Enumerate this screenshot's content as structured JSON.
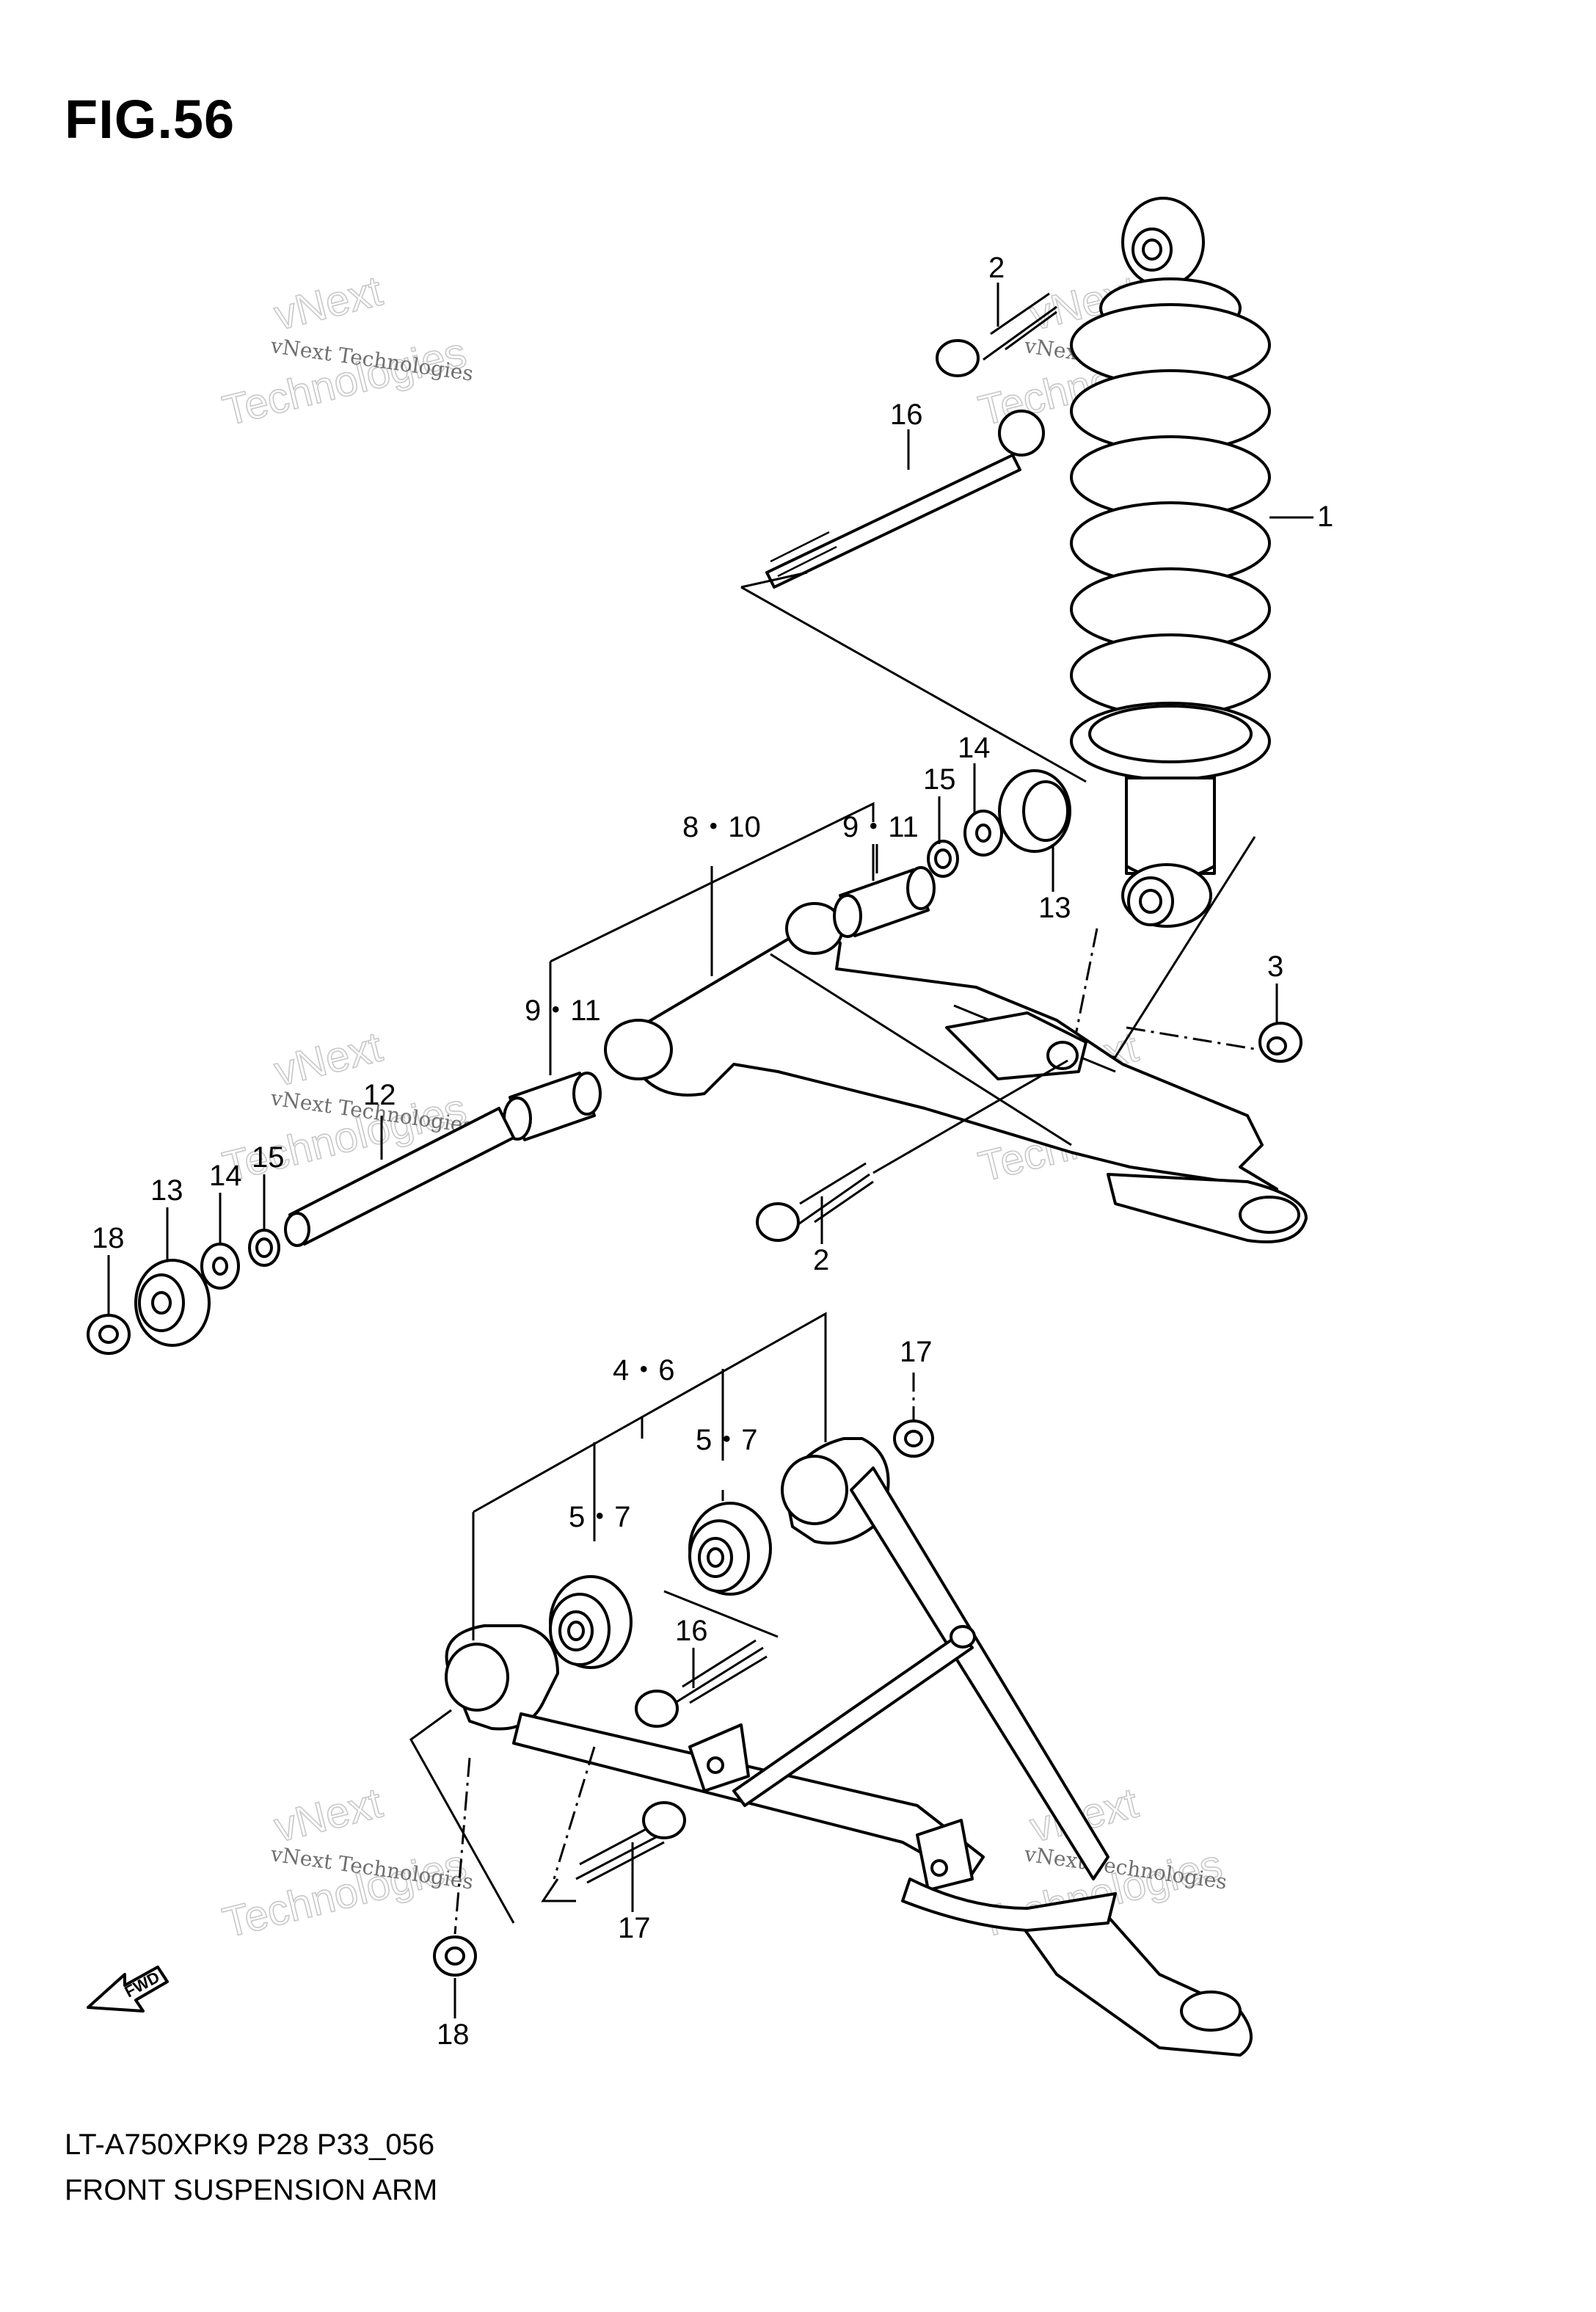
{
  "figure": {
    "title": "FIG.56"
  },
  "callouts": {
    "shock": "1",
    "bolt_top": "2",
    "bolt_mid": "2",
    "nut_upper": "3",
    "lower_arm": "4・6",
    "bushing_a": "5・7",
    "bushing_b": "5・7",
    "upper_arm": "8・10",
    "sleeve_right": "9・11",
    "sleeve_left": "9・11",
    "shaft": "12",
    "cap_right": "13",
    "cap_left": "13",
    "washer_right": "14",
    "washer_left": "14",
    "seal_right": "15",
    "seal_left": "15",
    "long_bolt": "16",
    "bolt_lower": "16",
    "nut_lower": "17",
    "bolt_17": "17",
    "nut_18_upper": "18",
    "nut_18_lower": "18"
  },
  "watermarks": {
    "line1": "vNext Technologies",
    "line2": "vNext",
    "line3": "Technologies"
  },
  "fwd_label": "FWD",
  "footer": {
    "model_code": "LT-A750XPK9  P28  P33_056",
    "section_name": "FRONT SUSPENSION ARM"
  }
}
